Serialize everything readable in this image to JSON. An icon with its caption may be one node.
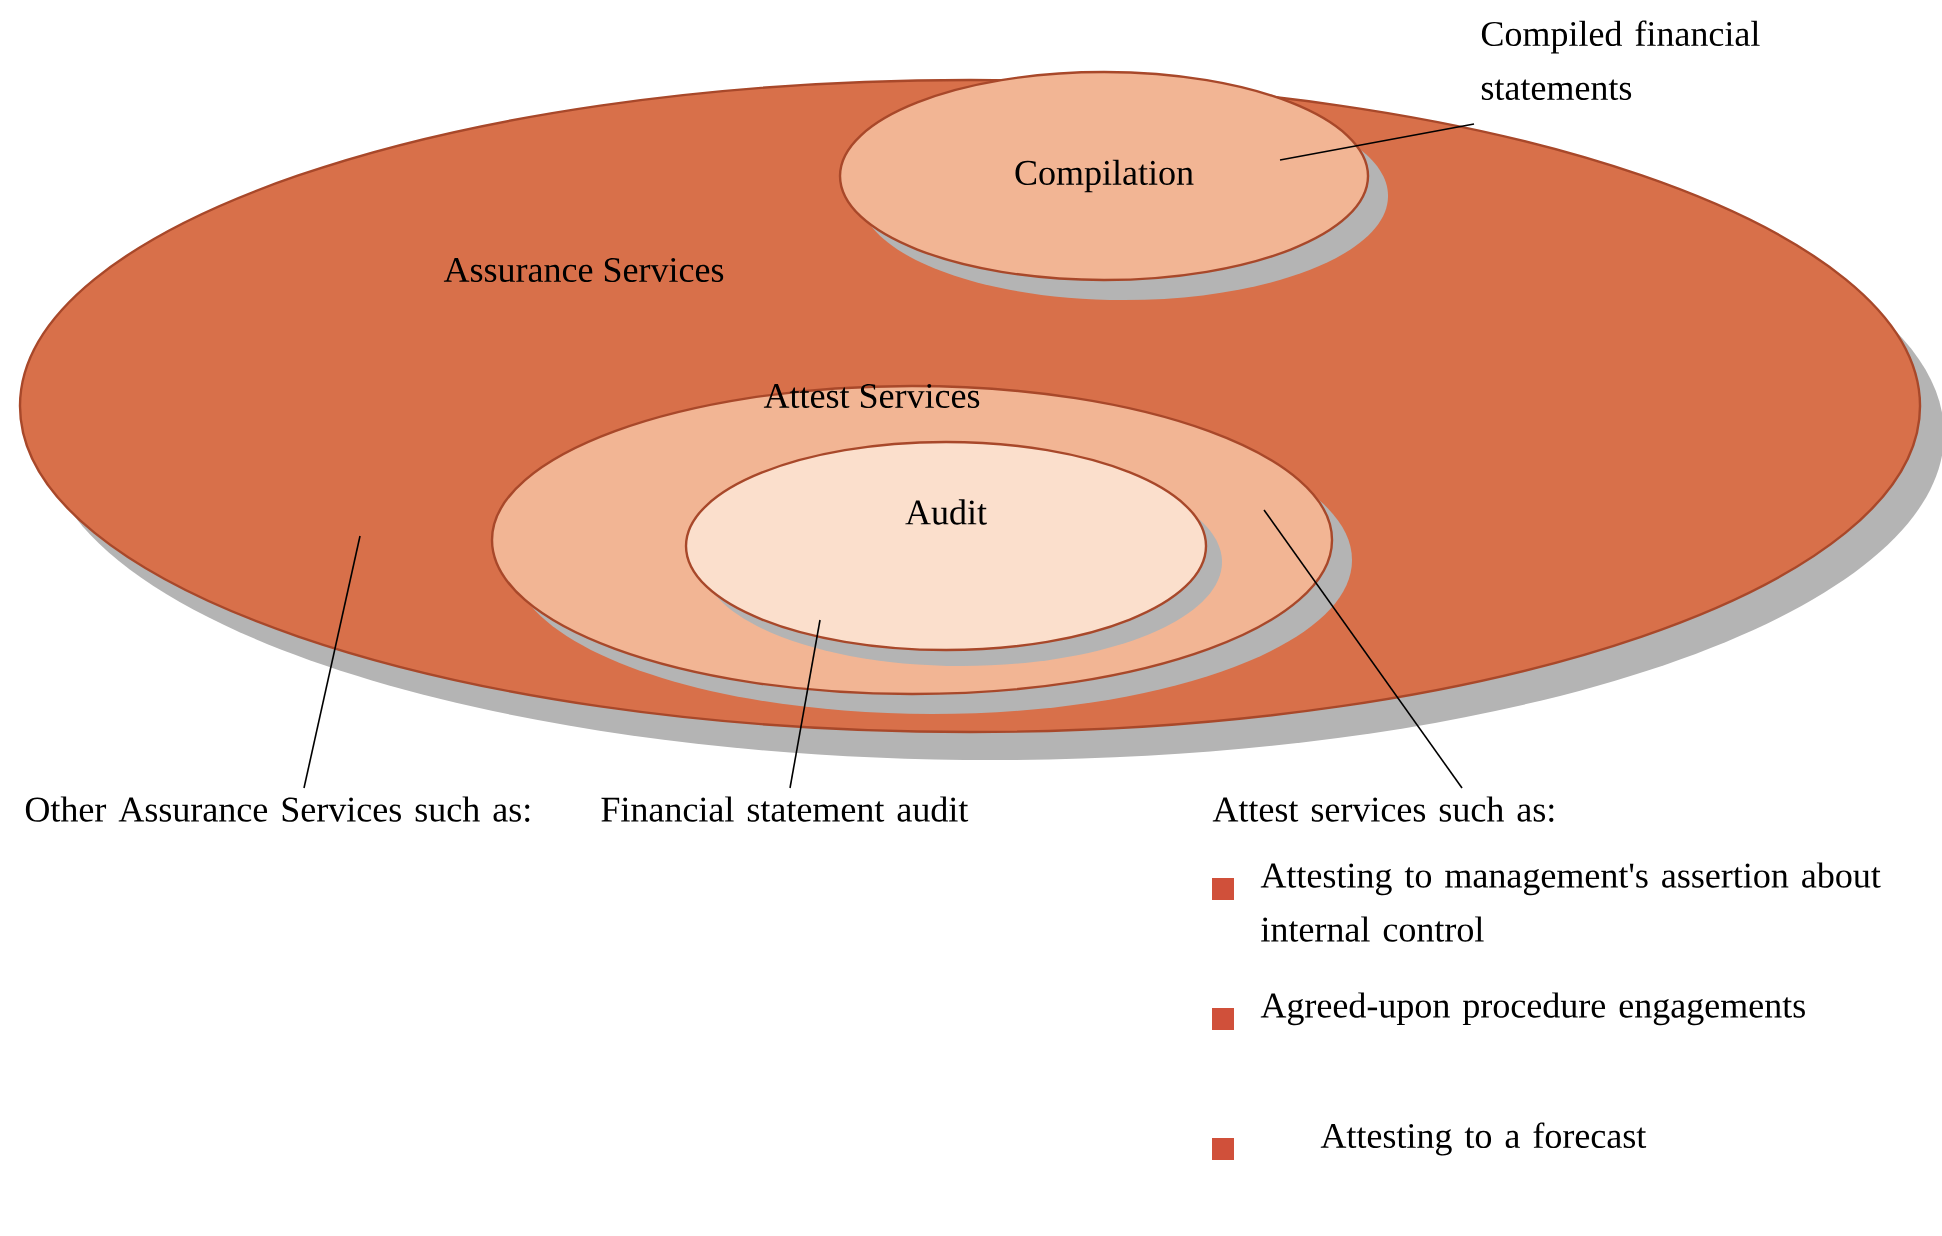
{
  "diagram": {
    "nodes": [
      {
        "text": [
          "Assurance Services"
        ]
      },
      {
        "text": [
          "Compilation"
        ],
        "in": 0
      },
      {
        "text": [
          "Attest Services"
        ],
        "in": 0
      },
      {
        "text": [
          "Audit"
        ],
        "in": 2
      },
      {
        "text": [
          "Compiled financial statements"
        ]
      },
      {
        "text": [
          "Other Assurance Services such as:"
        ]
      },
      {
        "text": [
          "Financial statement audit"
        ]
      },
      {
        "text": [
          "Attest services such as:"
        ]
      }
    ],
    "edges": [
      {
        "from": 4,
        "to": 1,
        "arrow": "none"
      },
      {
        "from": 5,
        "to": 0,
        "arrow": "none"
      },
      {
        "from": 6,
        "to": 3,
        "arrow": "none"
      },
      {
        "from": 7,
        "to": 2,
        "arrow": "none"
      }
    ],
    "labels": [
      "Attesting to management's assertion about internal control",
      "Agreed-upon procedure engagements",
      "Attesting to a forecast"
    ]
  }
}
